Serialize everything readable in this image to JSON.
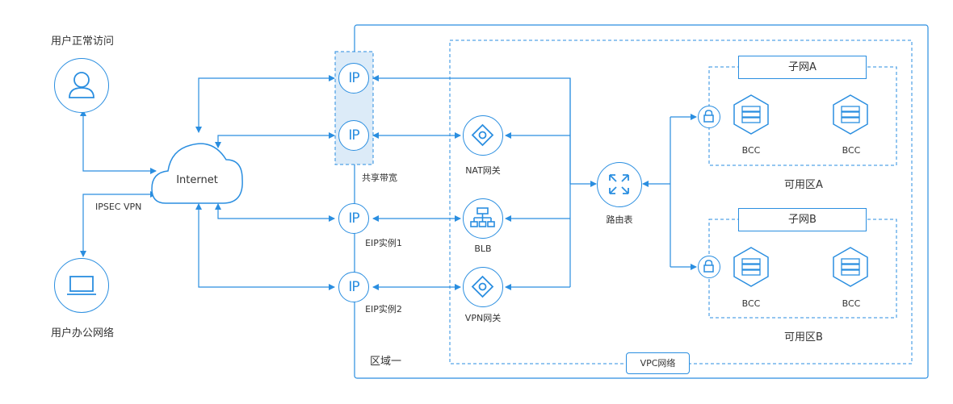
{
  "labels": {
    "user_access": "用户正常访问",
    "office_network": "用户办公网络",
    "ipsec_vpn": "IPSEC VPN",
    "internet": "Internet",
    "shared_bandwidth": "共享带宽",
    "eip1": "EIP实例1",
    "eip2": "EIP实例2",
    "ip": "IP",
    "nat_gateway": "NAT网关",
    "blb": "BLB",
    "vpn_gateway": "VPN网关",
    "route_table": "路由表",
    "subnet_a": "子网A",
    "subnet_b": "子网B",
    "bcc": "BCC",
    "zone_a": "可用区A",
    "zone_b": "可用区B",
    "region": "区域一",
    "vpc": "VPC网络"
  },
  "colors": {
    "accent": "#2a8ee0",
    "shared_bg": "#dcebf8"
  }
}
